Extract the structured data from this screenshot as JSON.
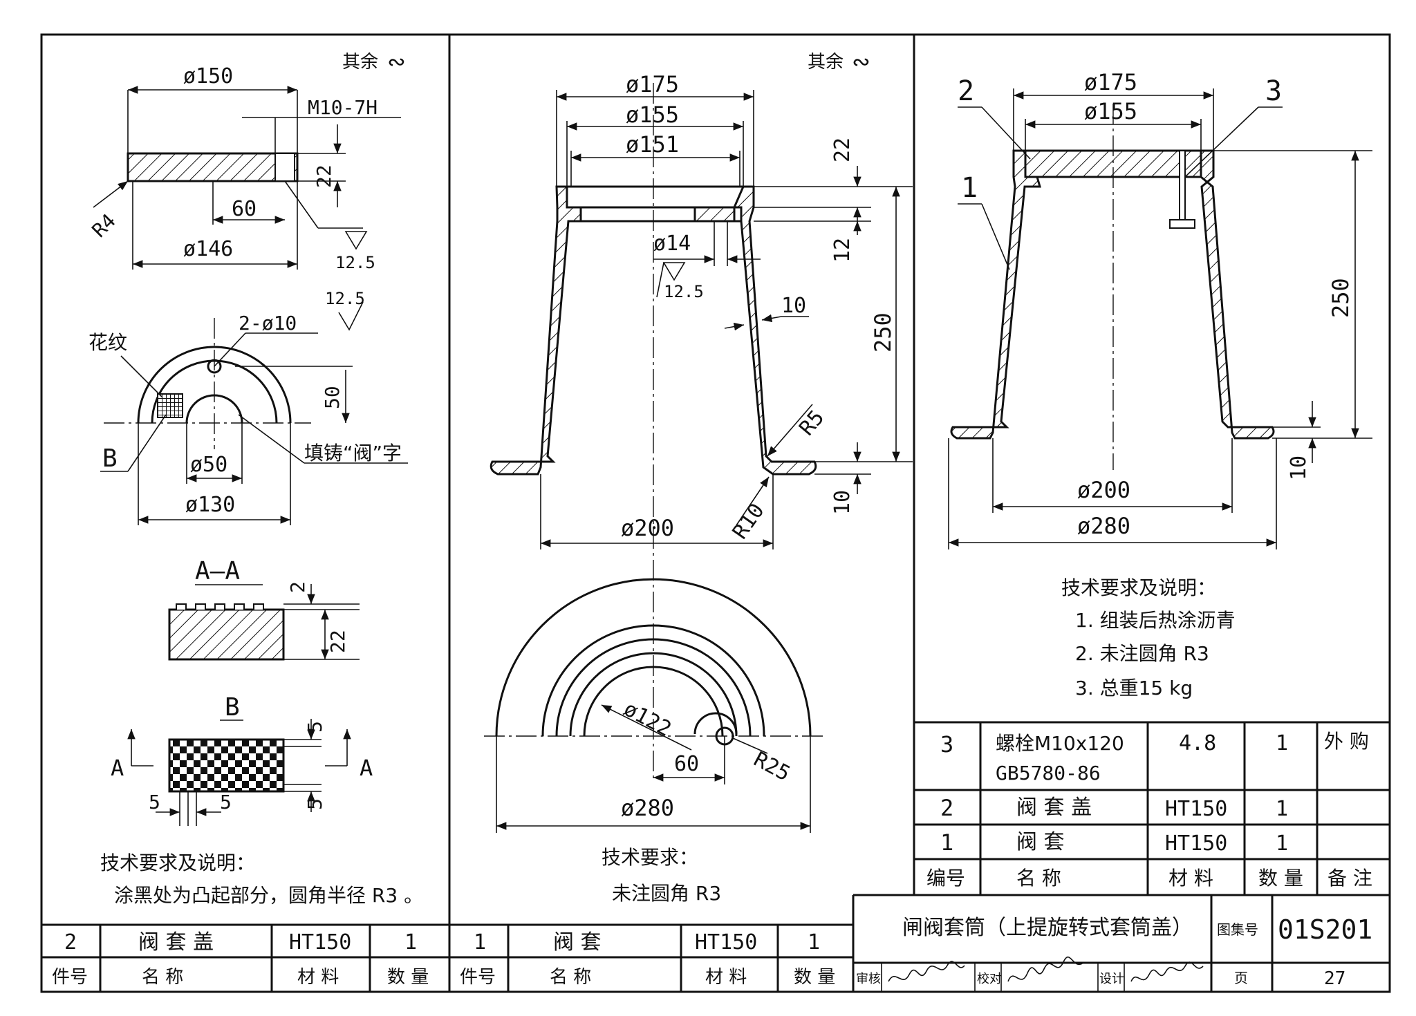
{
  "panel1": {
    "surface_other": "其余",
    "d150": "ø150",
    "thread": "M10-7H",
    "dim22": "22",
    "r4": "R4",
    "dim60": "60",
    "d146": "ø146",
    "rough1": "12.5",
    "rough2": "12.5",
    "holes": "2-ø10",
    "pattern": "花纹",
    "dim50": "50",
    "label_b": "B",
    "d50": "ø50",
    "cast_text": "填铸“阀”字",
    "d130": "ø130",
    "section_aa": "A—A",
    "aa_dim2": "2",
    "aa_dim22": "22",
    "detail_b": "B",
    "b_dim5a": "5",
    "b_dim5b": "5",
    "b_dim5c": "5",
    "b_dim5d": "5",
    "arrow_a_left": "A",
    "arrow_a_right": "A",
    "notes_title": "技术要求及说明：",
    "notes_text": "涂黑处为凸起部分，圆角半径 R3 。"
  },
  "panel2": {
    "surface_other": "其余",
    "d175": "ø175",
    "d155": "ø155",
    "d151": "ø151",
    "dim22": "22",
    "dim12": "12",
    "d14": "ø14",
    "rough": "12.5",
    "wall10": "10",
    "h250": "250",
    "r5": "R5",
    "r10": "R10",
    "dim10": "10",
    "d200": "ø200",
    "d122": "ø122",
    "dim60": "60",
    "r25": "R25",
    "d280": "ø280",
    "notes_title": "技术要求：",
    "notes_text": "未注圆角 R3"
  },
  "panel3": {
    "part2": "2",
    "part3": "3",
    "part1": "1",
    "d175": "ø175",
    "d155": "ø155",
    "h250": "250",
    "dim10": "10",
    "d200": "ø200",
    "d280": "ø280",
    "notes_title": "技术要求及说明：",
    "notes": [
      "1.  组装后热涂沥青",
      "2.  未注圆角 R3",
      "3.  总重15 kg"
    ]
  },
  "bom": {
    "rows": [
      {
        "no": "3",
        "name": "螺栓M10x120",
        "name2": "GB5780-86",
        "material": "4.8",
        "qty": "1",
        "remark": "外 购"
      },
      {
        "no": "2",
        "name": "阀 套 盖",
        "name2": "",
        "material": "HT150",
        "qty": "1",
        "remark": ""
      },
      {
        "no": "1",
        "name": "阀    套",
        "name2": "",
        "material": "HT150",
        "qty": "1",
        "remark": ""
      }
    ],
    "header": {
      "no": "编号",
      "name": "名    称",
      "material": "材 料",
      "qty": "数 量",
      "remark": "备 注"
    }
  },
  "part_table_left": {
    "no": "2",
    "name": "阀 套 盖",
    "material": "HT150",
    "qty": "1",
    "h_no": "件号",
    "h_name": "名    称",
    "h_material": "材 料",
    "h_qty": "数 量"
  },
  "part_table_mid": {
    "no": "1",
    "name": "阀    套",
    "material": "HT150",
    "qty": "1",
    "h_no": "件号",
    "h_name": "名    称",
    "h_material": "材 料",
    "h_qty": "数 量"
  },
  "title_block": {
    "title": "闸阀套筒（上提旋转式套筒盖）",
    "atlas_label": "图集号",
    "atlas_no": "01S201",
    "review": "审核",
    "check": "校对",
    "design": "设计",
    "page_label": "页",
    "page_no": "27"
  }
}
